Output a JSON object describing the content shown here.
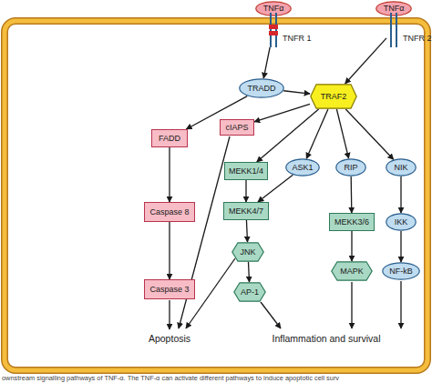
{
  "diagram": {
    "caption": "ownstream signalling pathways of TNF-α. The TNF-α can activate different pathways to induce apoptotic cell surv",
    "nodes": [
      {
        "text": [
          "TNFα"
        ]
      },
      {
        "text": [
          "TNFα"
        ]
      },
      {
        "text": [
          "TNFR 1"
        ]
      },
      {
        "text": [
          "TNFR 2"
        ]
      },
      {
        "text": [
          "TRADD"
        ]
      },
      {
        "text": [
          "TRAF2"
        ]
      },
      {
        "text": [
          "cIAPS"
        ]
      },
      {
        "text": [
          "FADD"
        ]
      },
      {
        "text": [
          "MEKK1/4"
        ]
      },
      {
        "text": [
          "ASK1"
        ]
      },
      {
        "text": [
          "RIP"
        ]
      },
      {
        "text": [
          "NIK"
        ]
      },
      {
        "text": [
          "MEKK4/7"
        ]
      },
      {
        "text": [
          "MEKK3/6"
        ]
      },
      {
        "text": [
          "IKK"
        ]
      },
      {
        "text": [
          "Caspase 8"
        ]
      },
      {
        "text": [
          "JNK"
        ]
      },
      {
        "text": [
          "MAPK"
        ]
      },
      {
        "text": [
          "NF-kB"
        ]
      },
      {
        "text": [
          "AP-1"
        ]
      },
      {
        "text": [
          "Caspase 3"
        ]
      }
    ],
    "edges": [
      {
        "from": 2,
        "to": 4,
        "arrow": "to"
      },
      {
        "from": 3,
        "to": 5,
        "arrow": "to"
      },
      {
        "from": 4,
        "to": 7,
        "arrow": "to"
      },
      {
        "from": 4,
        "to": 5,
        "arrow": "to"
      },
      {
        "from": 5,
        "to": 6,
        "arrow": "to"
      },
      {
        "from": 5,
        "to": 8,
        "arrow": "to"
      },
      {
        "from": 5,
        "to": 9,
        "arrow": "to"
      },
      {
        "from": 5,
        "to": 10,
        "arrow": "to"
      },
      {
        "from": 5,
        "to": 11,
        "arrow": "to"
      },
      {
        "from": 7,
        "to": 15,
        "arrow": "to"
      },
      {
        "from": 15,
        "to": 20,
        "arrow": "to"
      },
      {
        "from": 8,
        "to": 12,
        "arrow": "to"
      },
      {
        "from": 9,
        "to": 12,
        "arrow": "to"
      },
      {
        "from": 12,
        "to": 16,
        "arrow": "to"
      },
      {
        "from": 16,
        "to": 19,
        "arrow": "to"
      },
      {
        "from": 10,
        "to": 13,
        "arrow": "to"
      },
      {
        "from": 13,
        "to": 17,
        "arrow": "to"
      },
      {
        "from": 11,
        "to": 14,
        "arrow": "to"
      },
      {
        "from": 14,
        "to": 18,
        "arrow": "to"
      }
    ],
    "labels": [
      "Apoptosis",
      "Inflammation and survival"
    ]
  }
}
